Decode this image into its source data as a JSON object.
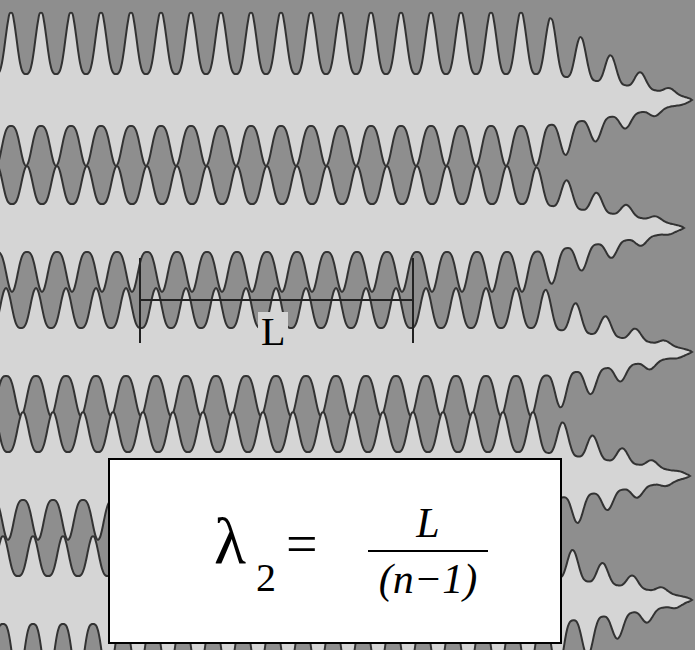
{
  "diagram": {
    "nodes": [
      {
        "text": [
          "λ",
          "2",
          "=",
          "L",
          "(n−1)"
        ]
      }
    ],
    "labels": [
      "L"
    ]
  }
}
